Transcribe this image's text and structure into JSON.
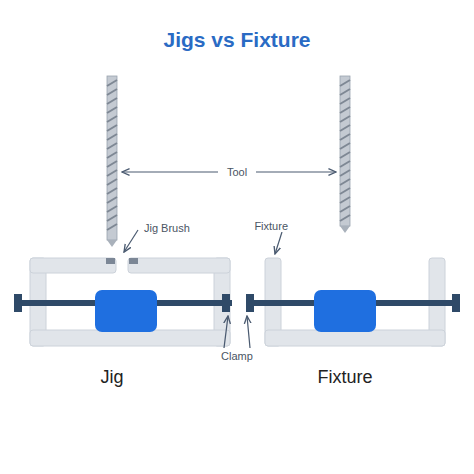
{
  "diagram": {
    "title": "Jigs vs Fixture",
    "labels": [
      "Tool",
      "Jig Brush",
      "Fixture",
      "Clamp",
      "Jig",
      "Fixture"
    ]
  }
}
